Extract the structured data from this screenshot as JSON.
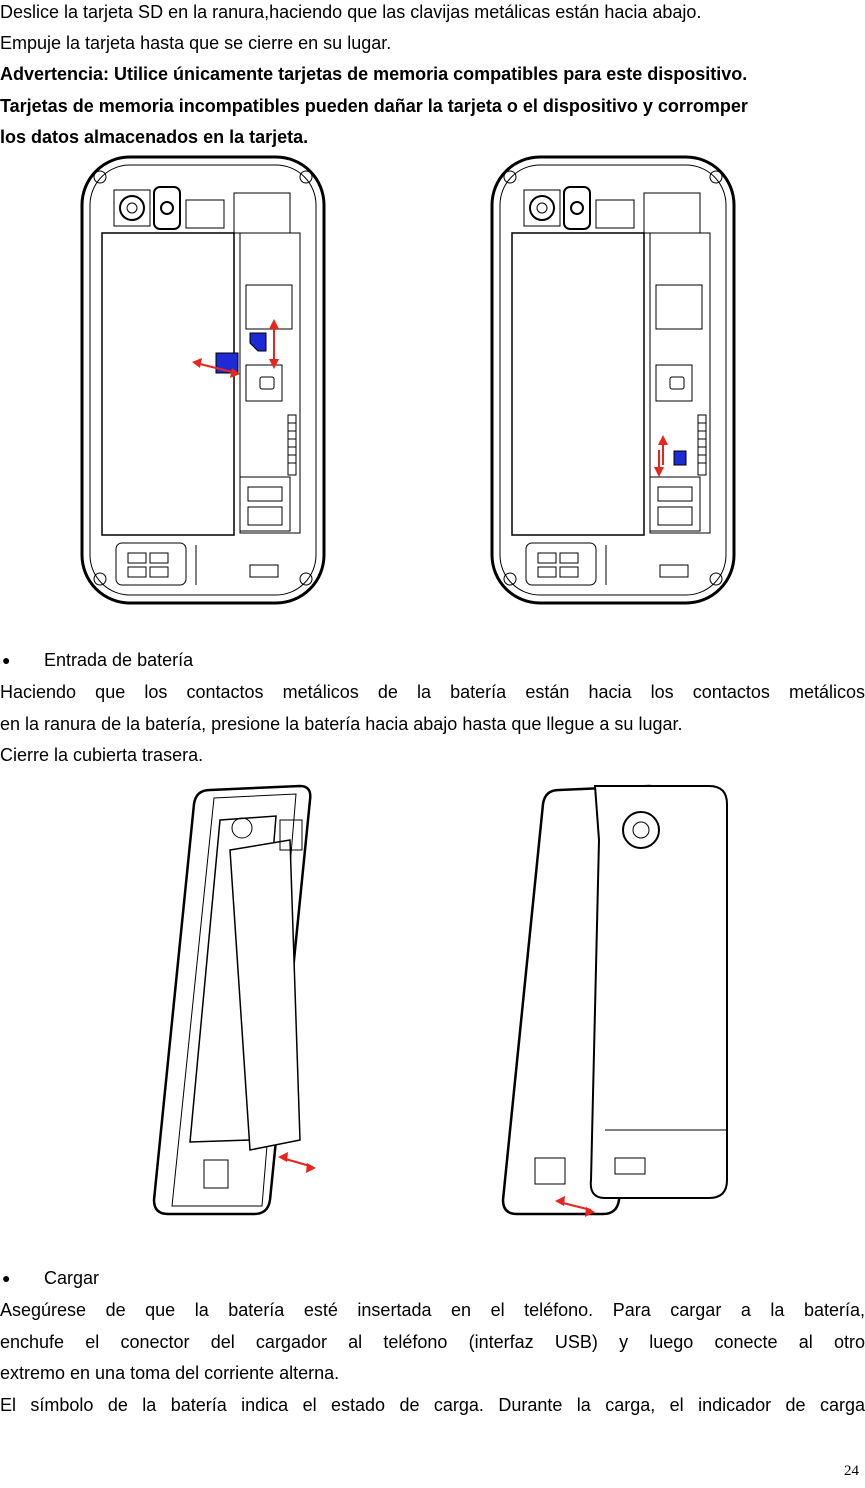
{
  "sd_section": {
    "line1": "Deslice la tarjeta SD en la ranura,haciendo que las clavijas metálicas están hacia abajo.",
    "line2": "Empuje la tarjeta hasta que se cierre en su lugar.",
    "warning": [
      "Advertencia: Utilice únicamente tarjetas de memoria compatibles para este dispositivo.",
      "Tarjetas de memoria incompatibles pueden dañar la tarjeta o el dispositivo y corromper",
      "los datos almacenados en la tarjeta."
    ]
  },
  "battery_section": {
    "bullet": "Entrada de batería",
    "para": [
      "Haciendo que los contactos metálicos de la batería están hacia los contactos metálicos",
      "en la ranura de la batería, presione la batería hacia abajo hasta que llegue a su lugar.",
      "Cierre la cubierta trasera."
    ]
  },
  "charge_section": {
    "bullet": "Cargar",
    "para": [
      "Asegúrese de que la batería esté insertada en el teléfono. Para cargar a la batería,",
      "enchufe el conector del cargador al teléfono (interfaz USB) y luego conecte al otro",
      "extremo en una toma del corriente alterna.",
      "El símbolo de la batería indica el estado de carga. Durante la carga, el indicador de carga"
    ]
  },
  "page_number": "24",
  "colors": {
    "arrow": "#e8241c",
    "card": "#1c2bd6",
    "line": "#000000"
  }
}
